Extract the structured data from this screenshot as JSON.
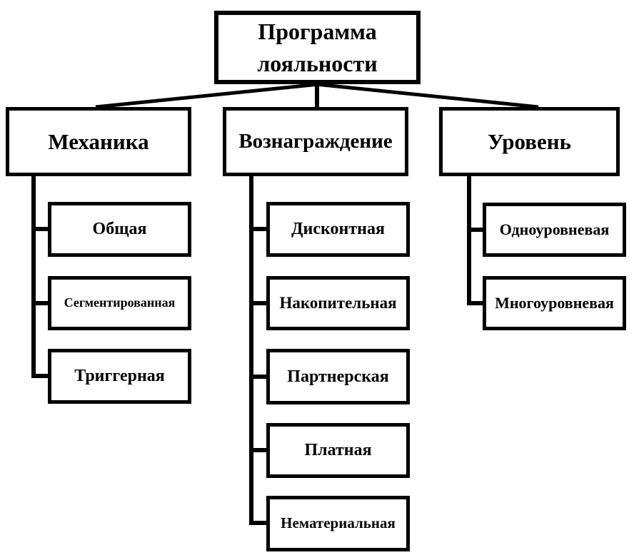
{
  "diagram": {
    "root_label": "Программа лояльности",
    "branches": [
      {
        "label": "Механика",
        "children": [
          "Общая",
          "Сегментированная",
          "Триггерная"
        ]
      },
      {
        "label": "Вознаграждение",
        "children": [
          "Дисконтная",
          "Накопительная",
          "Партнерская",
          "Платная",
          "Нематериальная"
        ]
      },
      {
        "label": "Уровень",
        "children": [
          "Одноуровневая",
          "Многоуровневая"
        ]
      }
    ],
    "colors": {
      "line": "#000000",
      "box_border": "#000000",
      "box_fill": "#ffffff",
      "background": "#ffffff",
      "text": "#000000"
    }
  }
}
